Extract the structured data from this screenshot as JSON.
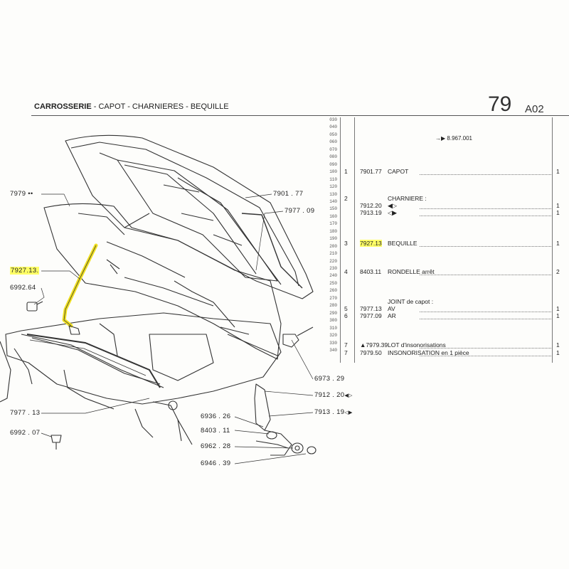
{
  "header": {
    "title_bold": "CARROSSERIE",
    "title_rest": " - CAPOT - CHARNIERES - BEQUILLE",
    "section_number": "79",
    "section_code": "A02"
  },
  "applicability": "8.967.001",
  "scale_ticks": [
    "030",
    "040",
    "050",
    "060",
    "070",
    "080",
    "090",
    "100",
    "110",
    "120",
    "130",
    "140",
    "150",
    "160",
    "170",
    "180",
    "190",
    "200",
    "210",
    "220",
    "230",
    "240",
    "250",
    "260",
    "270",
    "280",
    "290",
    "300",
    "310",
    "320",
    "330",
    "340"
  ],
  "callouts": {
    "c7979": "7979 ••",
    "c790177": "7901 . 77",
    "c797709": "7977 . 09",
    "c792713": "7927.13.",
    "c699264": "6992.64",
    "c697329": "6973 . 29",
    "c791220": "7912 . 20",
    "c797713": "7977 . 13",
    "c791319": "7913 . 19",
    "c693626": "6936 . 26",
    "c840311": "8403 . 11",
    "c696228": "6962 . 28",
    "c699207": "6992 . 07",
    "c694639": "6946 . 39"
  },
  "parts": [
    {
      "num": "1",
      "ref": "7901.77",
      "desc": "CAPOT",
      "qty": "1"
    },
    {
      "num": "2",
      "ref": "",
      "desc": "CHARNIERE :",
      "qty": ""
    },
    {
      "num": "",
      "ref": "7912.20",
      "desc": "◀▷",
      "qty": "1"
    },
    {
      "num": "",
      "ref": "7913.19",
      "desc": "◁▶",
      "qty": "1"
    },
    {
      "num": "3",
      "ref": "7927.13",
      "desc": "BEQUILLE",
      "qty": "1"
    },
    {
      "num": "4",
      "ref": "8403.11",
      "desc": "RONDELLE arrêt",
      "qty": "2"
    },
    {
      "num": "",
      "ref": "",
      "desc": "JOINT de capot :",
      "qty": ""
    },
    {
      "num": "5",
      "ref": "7977.13",
      "desc": "AV",
      "qty": "1"
    },
    {
      "num": "6",
      "ref": "7977.09",
      "desc": "AR",
      "qty": "1"
    },
    {
      "num": "7",
      "ref": "▲7979.39",
      "desc": "LOT d'insonorisations",
      "qty": "1"
    },
    {
      "num": "7",
      "ref": "7979.50",
      "desc": "INSONORISATION en 1 pièce",
      "qty": "1"
    }
  ]
}
